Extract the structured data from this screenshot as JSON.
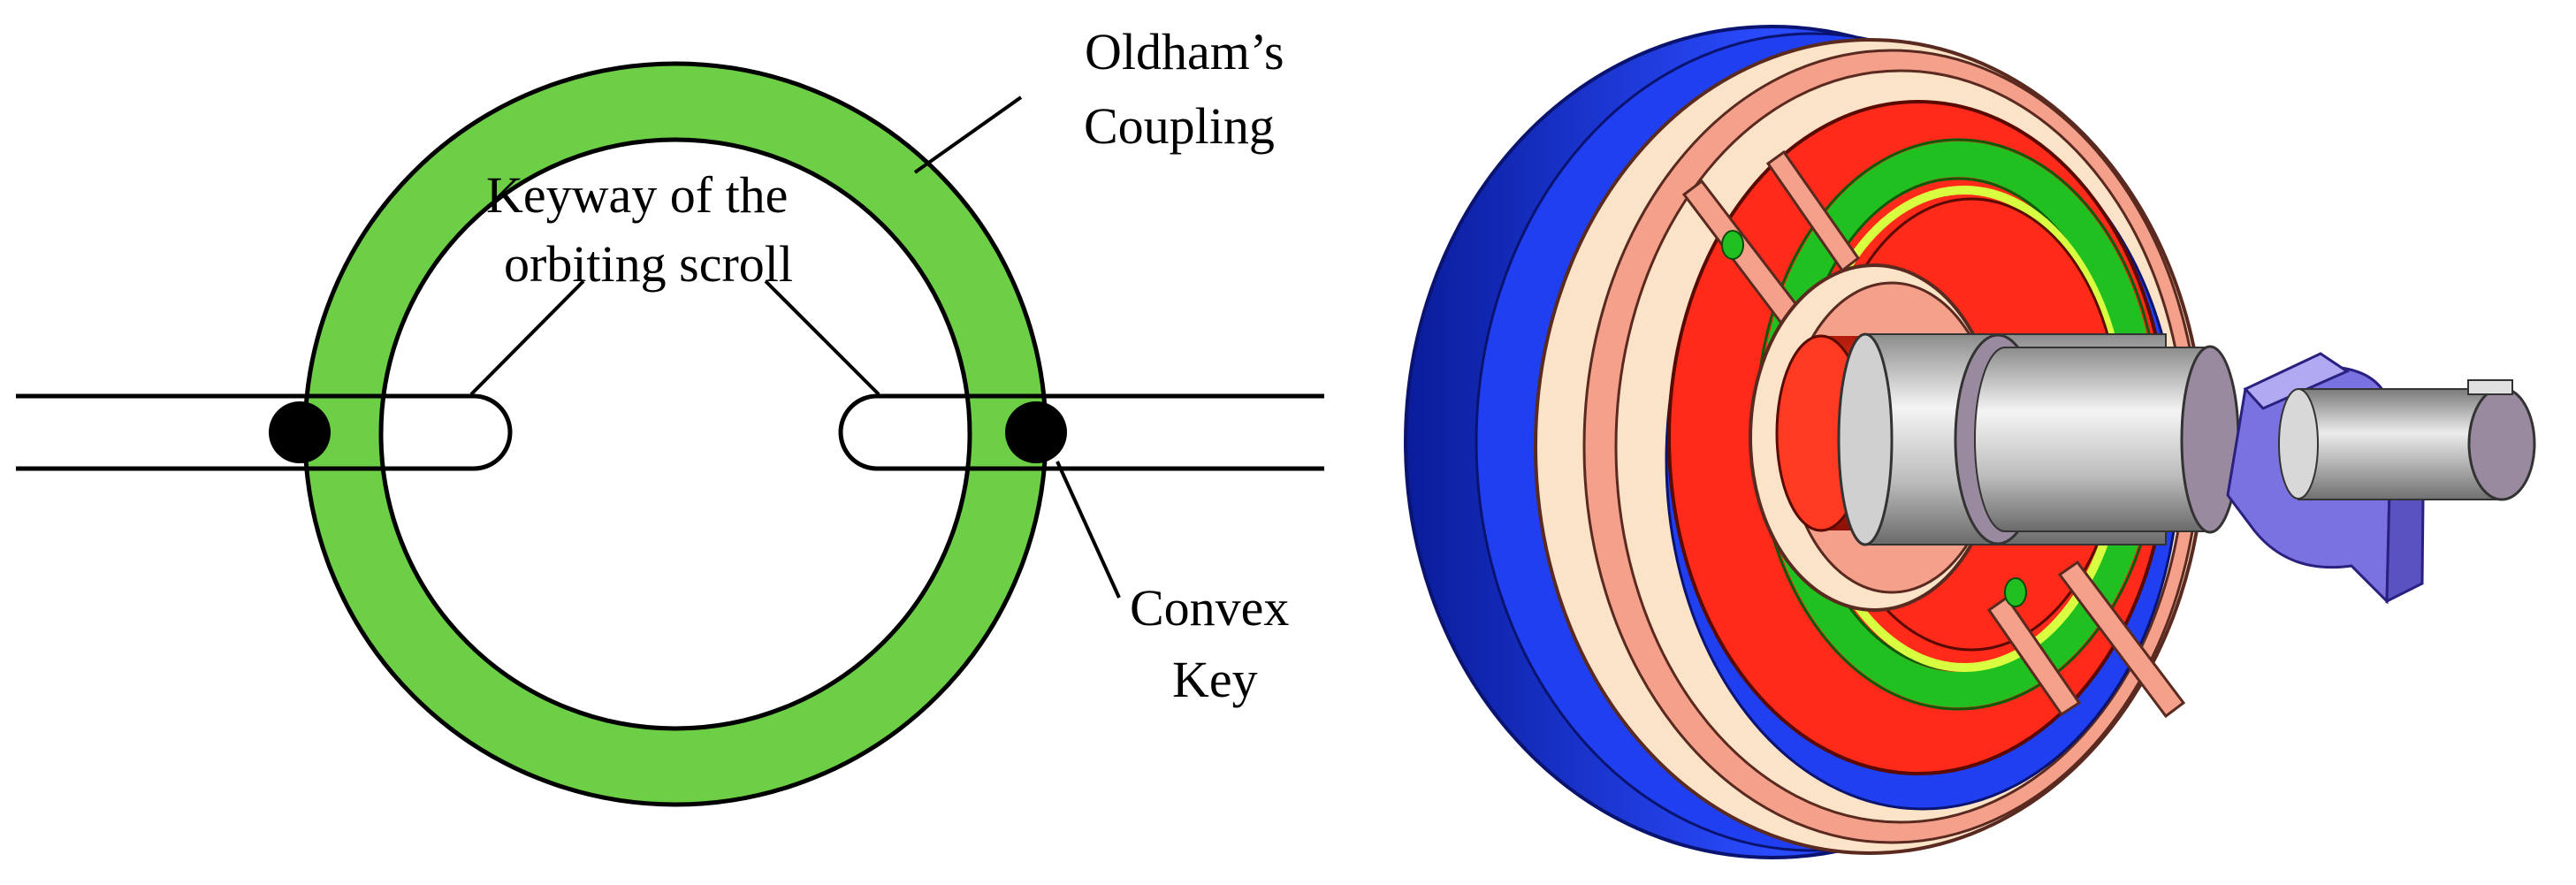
{
  "labels": {
    "oldham_line1": "Oldham’s",
    "oldham_line2": "Coupling",
    "keyway_line1": "Keyway of  the",
    "keyway_line2": "orbiting scroll",
    "convex_line1": "Convex",
    "convex_line2": "Key"
  },
  "colors": {
    "ring_green": "#6ccf45",
    "outline": "#000000",
    "key_black": "#000000",
    "blue_disk": "#1f3ff0",
    "blue_dark": "#0f22b8",
    "salmon_rim": "#f4a08a",
    "cream_face": "#fbe3c8",
    "red_body": "#ff2a1a",
    "red_dark": "#c81808",
    "green_ring": "#20c020",
    "lime_ring": "#d8ff40",
    "shaft_gray": "#c8c8c8",
    "shaft_mauve": "#9a8aa0",
    "crank_violet": "#7a72e0",
    "crank_light": "#b0aaf2"
  }
}
